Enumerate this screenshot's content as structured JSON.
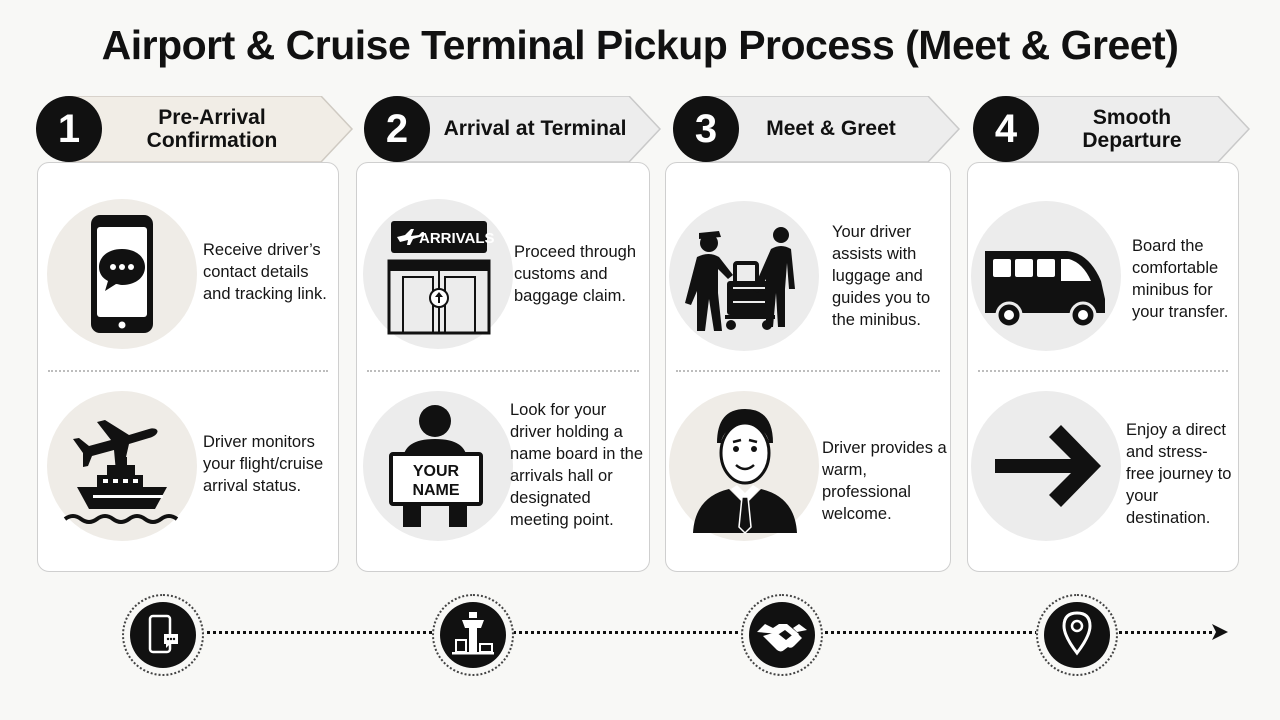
{
  "title": "Airport & Cruise Terminal Pickup Process (Meet & Greet)",
  "steps": [
    {
      "number": "1",
      "title": "Pre-Arrival Confirmation",
      "items": [
        {
          "icon": "smartphone-chat-icon",
          "text": "Receive driver’s contact details and tracking link."
        },
        {
          "icon": "airplane-ship-icon",
          "text": "Driver monitors your flight/cruise arrival status."
        }
      ]
    },
    {
      "number": "2",
      "title": "Arrival at Terminal",
      "items": [
        {
          "icon": "arrivals-doors-icon",
          "text": "Proceed through customs and baggage claim.",
          "sign": "ARRIVALS"
        },
        {
          "icon": "name-board-person-icon",
          "text": "Look for your driver holding a name board in the arrivals hall or designated meeting point.",
          "sign_line1": "YOUR",
          "sign_line2": "NAME"
        }
      ]
    },
    {
      "number": "3",
      "title": "Meet & Greet",
      "items": [
        {
          "icon": "luggage-assist-icon",
          "text": "Your driver assists with luggage and guides you to the minibus."
        },
        {
          "icon": "driver-portrait-icon",
          "text": "Driver provides a warm, professional welcome."
        }
      ]
    },
    {
      "number": "4",
      "title": "Smooth Departure",
      "items": [
        {
          "icon": "minibus-icon",
          "text": "Board the comfortable minibus for your transfer."
        },
        {
          "icon": "right-arrow-icon",
          "text": "Enjoy a direct and stress-free journey to your destination."
        }
      ]
    }
  ],
  "timeline": [
    {
      "icon": "phone-message-icon"
    },
    {
      "icon": "control-tower-icon"
    },
    {
      "icon": "handshake-icon"
    },
    {
      "icon": "location-pin-icon"
    }
  ]
}
